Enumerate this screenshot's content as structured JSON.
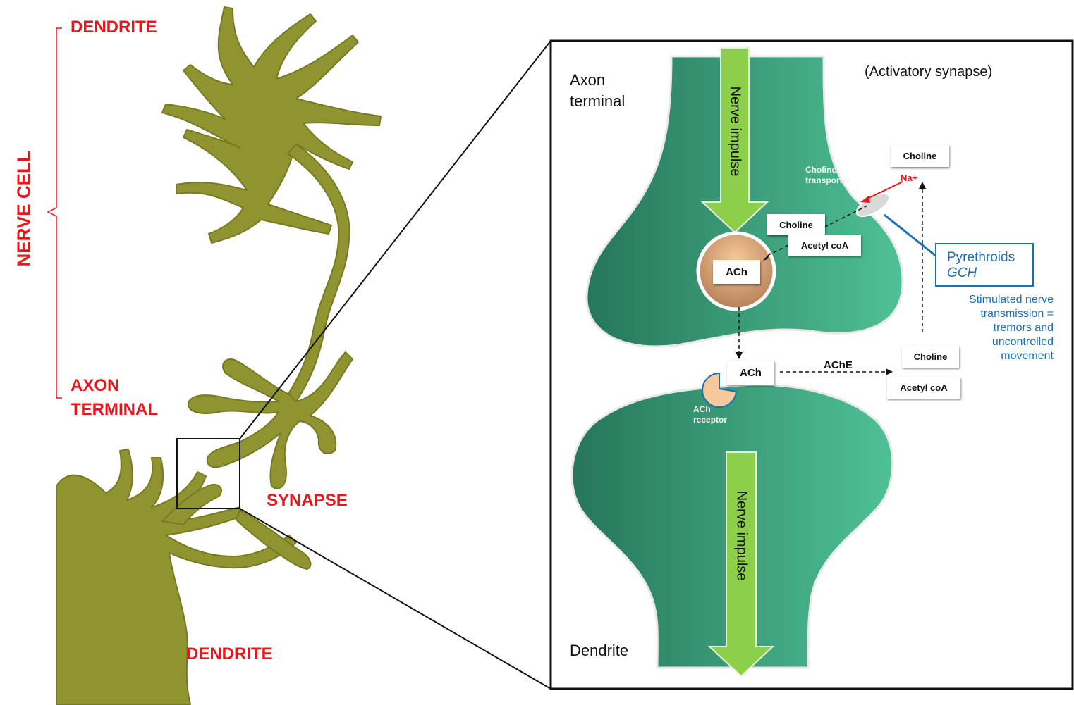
{
  "left": {
    "nerve_cell": "NERVE CELL",
    "dendrite_top": "DENDRITE",
    "axon_terminal_line1": "AXON",
    "axon_terminal_line2": "TERMINAL",
    "synapse": "SYNAPSE",
    "dendrite_bottom": "DENDRITE"
  },
  "panel": {
    "axon_terminal_line1": "Axon",
    "axon_terminal_line2": "terminal",
    "activatory": "(Activatory synapse)",
    "nerve_impulse_top": "Nerve impulse",
    "nerve_impulse_bottom": "Nerve impulse",
    "dendrite": "Dendrite",
    "choline_transporter_line1": "Choline",
    "choline_transporter_line2": "transporter",
    "na": "Na+",
    "choline_top_right": "Choline",
    "choline_mid": "Choline",
    "acetyl_coa_mid": "Acetyl coA",
    "ach_vesicle": "ACh",
    "ach_cleft": "ACh",
    "ache": "AChE",
    "choline_right": "Choline",
    "acetyl_coa_right": "Acetyl coA",
    "ach_receptor_line1": "ACh",
    "ach_receptor_line2": "receptor",
    "pyrethroids": "Pyrethroids",
    "gch": "GCH",
    "effect_lines": [
      "Stimulated nerve",
      "transmission =",
      "tremors and",
      "uncontrolled",
      "movement"
    ]
  },
  "colors": {
    "red_label": "#e8161b",
    "neuron": "#8f9430",
    "cell_green_dark": "#26765a",
    "cell_green_light": "#4cbd93",
    "arrow_green": "#8ccf4b",
    "blue": "#1a6fb5"
  }
}
